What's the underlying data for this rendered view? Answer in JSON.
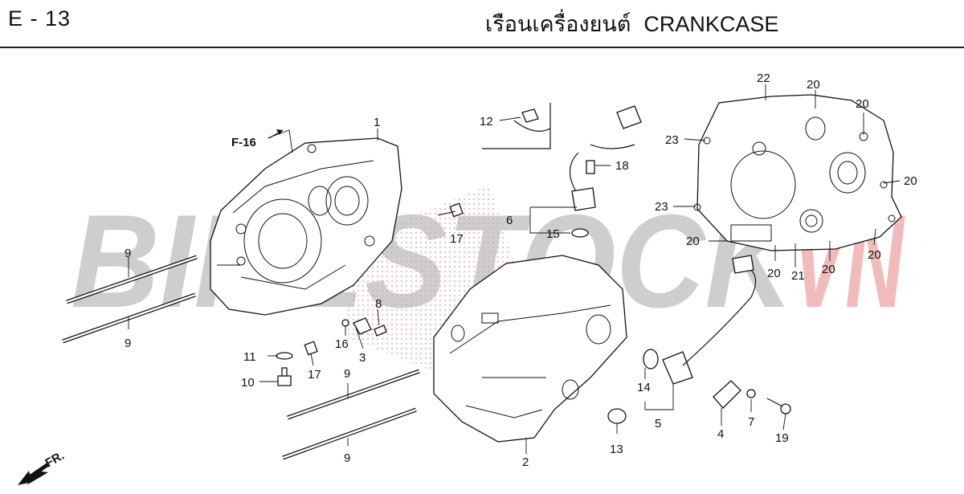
{
  "header": {
    "page_code": "E - 13",
    "title_thai": "เรือนเครื่องยนต์",
    "title_en": "CRANKCASE"
  },
  "reference": {
    "label": "F-16"
  },
  "direction": {
    "label": "FR."
  },
  "watermark": {
    "part1": "BIKESTOCK",
    "part2": "VN",
    "color1": "#c8c8c8",
    "color2": "#f2b8b8"
  },
  "callouts": [
    "1",
    "2",
    "3",
    "4",
    "5",
    "6",
    "7",
    "8",
    "9",
    "9",
    "9",
    "9",
    "10",
    "11",
    "12",
    "13",
    "14",
    "15",
    "16",
    "17",
    "17",
    "18",
    "19",
    "20",
    "20",
    "20",
    "20",
    "20",
    "20",
    "20",
    "21",
    "22",
    "23",
    "23"
  ]
}
